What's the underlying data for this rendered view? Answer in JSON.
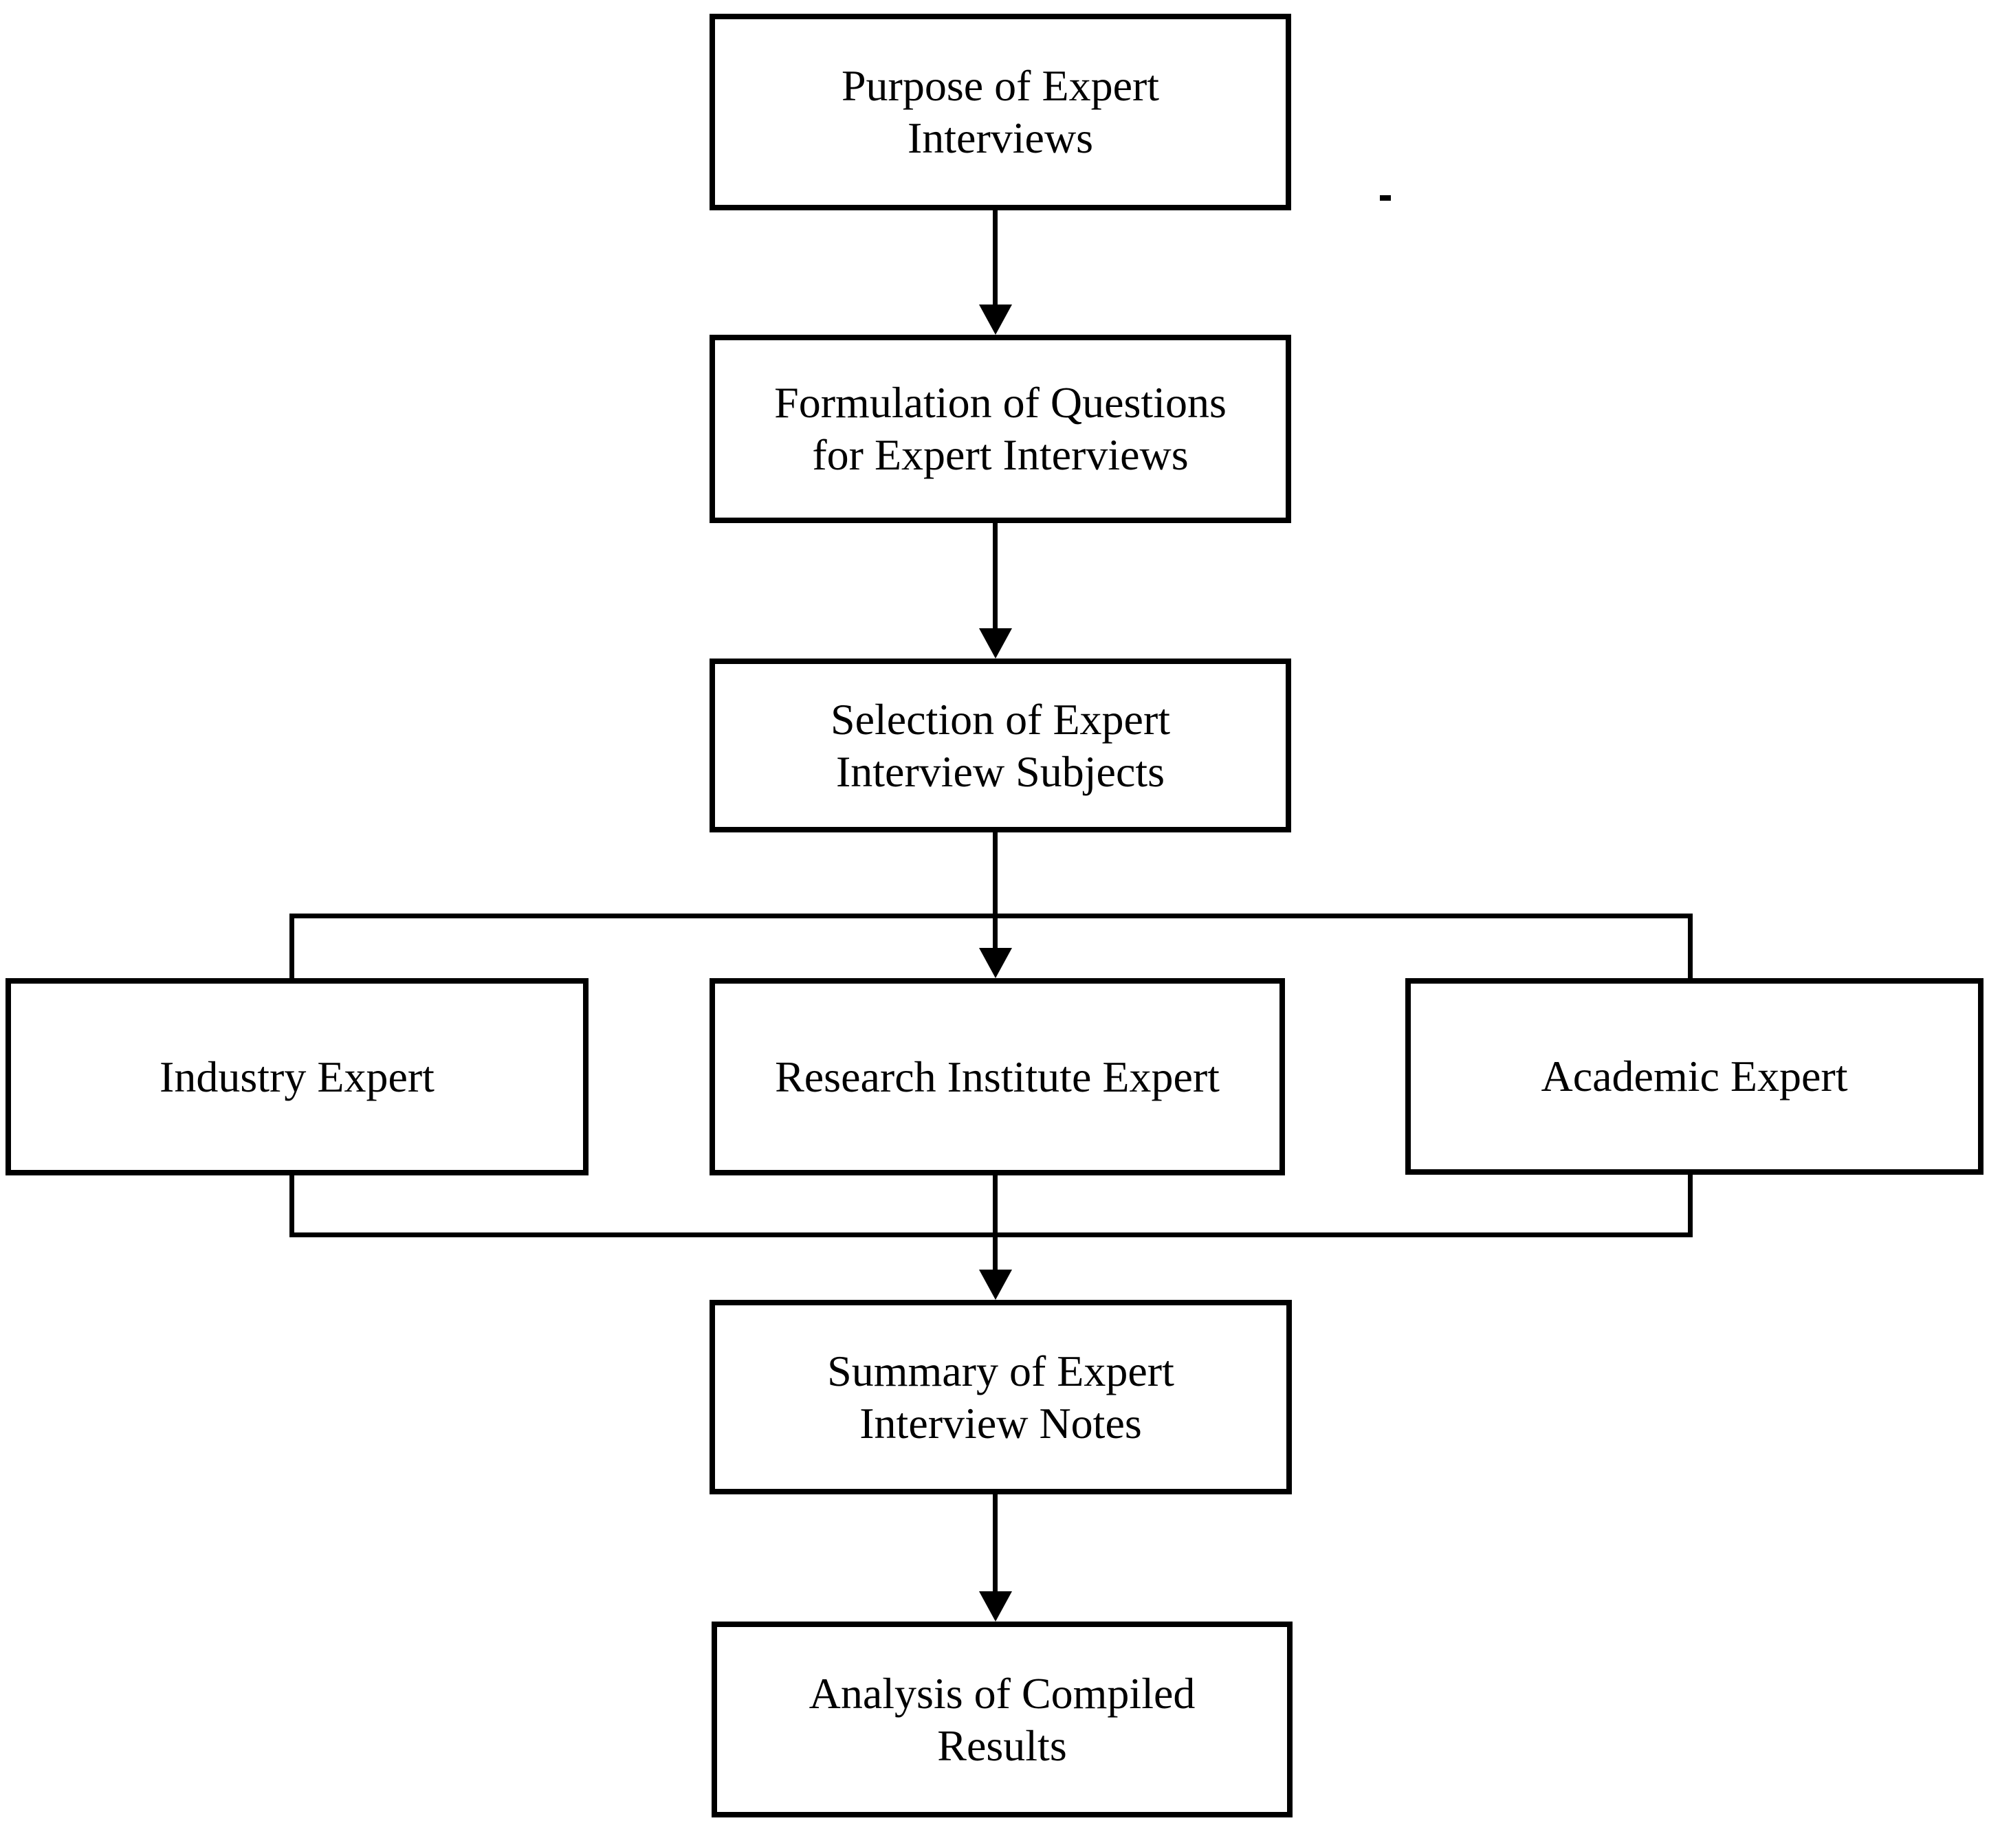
{
  "diagram": {
    "type": "flowchart",
    "title": "Expert Interview Process Flowchart",
    "background_color": "#ffffff",
    "stroke_color": "#000000",
    "nodes": {
      "purpose": {
        "label": "Purpose of Expert\nInterviews"
      },
      "formulation": {
        "label": "Formulation of Questions\nfor Expert Interviews"
      },
      "selection": {
        "label": "Selection of Expert\nInterview Subjects"
      },
      "industry": {
        "label": "Industry Expert"
      },
      "research": {
        "label": "Research Institute Expert"
      },
      "academic": {
        "label": "Academic Expert"
      },
      "summary": {
        "label": "Summary of Expert\nInterview Notes"
      },
      "analysis": {
        "label": "Analysis of Compiled\nResults"
      }
    },
    "edges": [
      {
        "from": "purpose",
        "to": "formulation",
        "arrow": true
      },
      {
        "from": "formulation",
        "to": "selection",
        "arrow": true
      },
      {
        "from": "selection",
        "to": "industry",
        "arrow": false
      },
      {
        "from": "selection",
        "to": "research",
        "arrow": true
      },
      {
        "from": "selection",
        "to": "academic",
        "arrow": false
      },
      {
        "from": "industry",
        "to": "summary",
        "arrow": false
      },
      {
        "from": "research",
        "to": "summary",
        "arrow": true
      },
      {
        "from": "academic",
        "to": "summary",
        "arrow": false
      },
      {
        "from": "summary",
        "to": "analysis",
        "arrow": true
      }
    ]
  }
}
